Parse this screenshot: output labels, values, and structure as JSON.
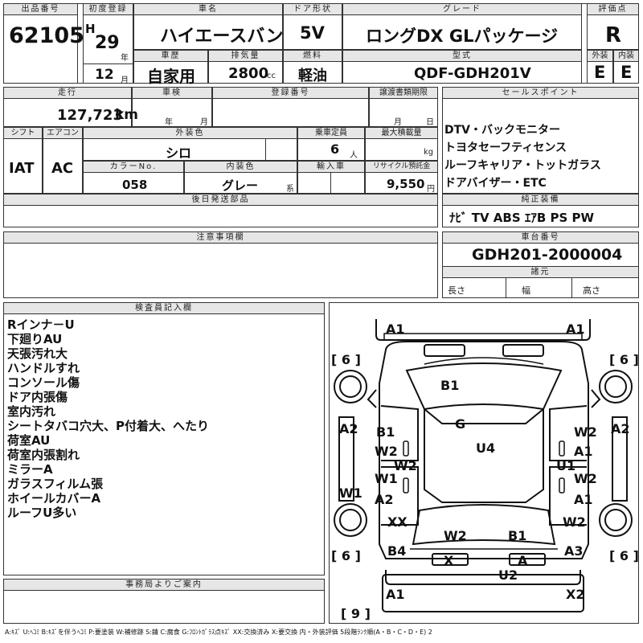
{
  "header": {
    "lot_label": "出品番号",
    "lot_value": "62105",
    "first_reg_label": "初度登録",
    "era": "H",
    "year": "29",
    "year_unit": "年",
    "month": "12",
    "month_unit": "月",
    "car_name_label": "車名",
    "car_name": "ハイエースバン",
    "door_label": "ドア形状",
    "door": "5V",
    "grade_label": "グレード",
    "grade": "ロングDX GLパッケージ",
    "score_label": "評価点",
    "score": "R",
    "history_label": "車歴",
    "history": "自家用",
    "displacement_label": "排気量",
    "displacement": "2800",
    "displacement_unit": "cc",
    "fuel_label": "燃料",
    "fuel": "軽油",
    "model_label": "型式",
    "model": "QDF-GDH201V",
    "exterior_label": "外装",
    "exterior": "E",
    "interior_label": "内装",
    "interior": "E"
  },
  "details": {
    "mileage_label": "走行",
    "mileage": "127,723",
    "mileage_unit": "km",
    "inspection_label": "車検",
    "ins_year_unit": "年",
    "ins_month_unit": "月",
    "reg_label": "登録番号",
    "doc_deadline_label": "譲渡書類期限",
    "doc_month_unit": "月",
    "doc_day_unit": "日",
    "shift_label": "シフト",
    "shift": "IAT",
    "ac_label": "エアコン",
    "ac": "AC",
    "color_label": "外装色",
    "color": "シロ",
    "capacity_label": "乗車定員",
    "capacity": "6",
    "capacity_unit": "人",
    "load_label": "最大積載量",
    "load_unit": "kg",
    "color_no_label": "カラーNo.",
    "color_no": "058",
    "interior_color_label": "内装色",
    "interior_color": "グレー",
    "interior_color_unit": "系",
    "import_label": "輸入車",
    "recycle_label": "リサイクル預託金",
    "recycle": "9,550",
    "recycle_unit": "円",
    "later_parts_label": "後日発送部品"
  },
  "sales_points": {
    "label": "セールスポイント",
    "lines": [
      "DTV・バックモニター",
      "トヨタセーフティセンス",
      "ルーフキャリア・トットガラス",
      "ドアバイザー・ETC"
    ]
  },
  "equipment": {
    "label": "純正装備",
    "value": "ﾅﾋﾞ TV ABS ｴｱB PS PW"
  },
  "caution": {
    "label": "注意事項欄"
  },
  "chassis": {
    "label": "車台番号",
    "value": "GDH201-2000004"
  },
  "specs": {
    "label": "諸元",
    "length": "長さ",
    "width": "幅",
    "height": "高さ"
  },
  "inspector": {
    "label": "検査員記入欄",
    "lines": [
      "Rインナ－U",
      "下廻りAU",
      "天張汚れ大",
      "ハンドルすれ",
      "コンソール傷",
      "ドア内張傷",
      "室内汚れ",
      "シートタバコ穴大、P付着大、へたり",
      "荷室AU",
      "荷室内張割れ",
      "ミラーA",
      "ガラスフィルム張",
      "ホイールカバーA",
      "ルーフU多い"
    ]
  },
  "office": {
    "label": "事務局よりご案内"
  },
  "diagram": {
    "marks": {
      "a1_tl": "A1",
      "a1_tr": "A1",
      "b1_hood": "B1",
      "g": "G",
      "a2_l": "A2",
      "a2_r": "A2",
      "b1_l": "B1",
      "w2_r1": "W2",
      "w2_l1": "W2",
      "u4": "U4",
      "a1_r1": "A1",
      "w2_l2": "W2",
      "u1_r": "U1",
      "w1_l": "W1",
      "w1_edge": "W1",
      "w2_r2": "W2",
      "a2_l2": "A2",
      "a1_r2": "A1",
      "xx_l": "XX",
      "w2_rear_l": "W2",
      "b1_rear_r": "B1",
      "w2_r3": "W2",
      "b4": "B4",
      "a3": "A3",
      "x_lamp": "X",
      "a_lamp": "A",
      "u2": "U2",
      "a1_bl": "A1",
      "x2_br": "X2",
      "tire_tl": "6",
      "tire_tr": "6",
      "tire_bl": "6",
      "tire_br": "6",
      "spare": "9"
    }
  },
  "legend": "A:ｷｽﾞ U:ﾍｺﾐ B:ｷｽﾞを伴うﾍｺﾐ P:要塗装 W:補修跡 S:錆 C:腐食 G:ﾌﾛﾝﾄｶﾞﾗｽ点ｷｽﾞ XX:交換済み X:要交換 内・外装評価 5段階ﾗﾝｸ順(A・B・C・D・E) 2"
}
